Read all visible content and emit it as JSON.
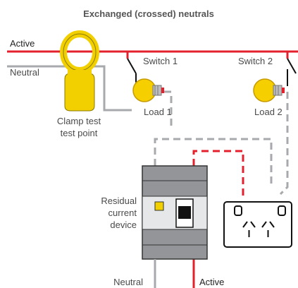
{
  "diagram": {
    "title": "Exchanged (crossed) neutrals",
    "labels": {
      "active_top": "Active",
      "neutral_left": "Neutral",
      "switch_1": "Switch 1",
      "switch_2": "Switch 2",
      "load_1": "Load 1",
      "load_2": "Load 2",
      "clamp_line1": "Clamp test",
      "clamp_line2": "test point",
      "rcd_line1": "Residual",
      "rcd_line2": "current",
      "rcd_line3": "device",
      "neutral_bottom": "Neutral",
      "active_bottom": "Active"
    },
    "colors": {
      "active": "#e3202c",
      "neutral": "#a7a9ac",
      "clamp": "#f2d000",
      "bulb": "#f6cf00",
      "rcd_body": "#939598"
    }
  }
}
